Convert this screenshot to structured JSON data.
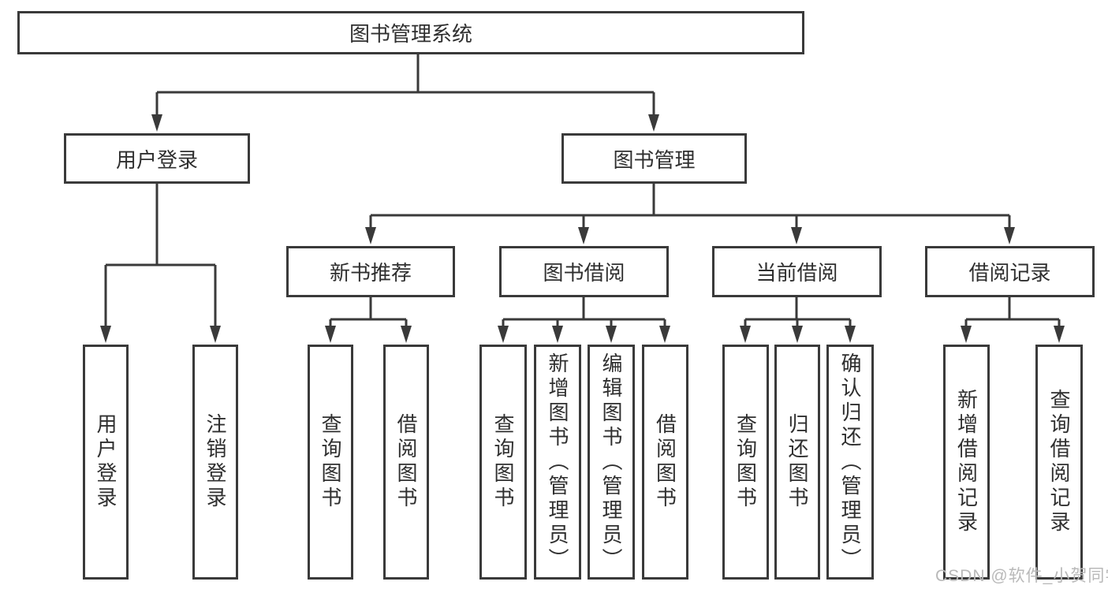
{
  "diagram": {
    "title": "图书管理系统",
    "watermark": "CSDN @软件_小贺同学",
    "colors": {
      "line": "#3a3a3a",
      "text": "#2f2f2f",
      "watermark": "#b9b9b9",
      "background": "#ffffff"
    },
    "tree": {
      "root": {
        "label": "图书管理系统"
      },
      "branches": [
        {
          "label": "用户登录",
          "children": [
            {
              "label": "用户登录"
            },
            {
              "label": "注销登录"
            }
          ]
        },
        {
          "label": "图书管理",
          "modules": [
            {
              "label": "新书推荐",
              "children": [
                {
                  "label": "查询图书"
                },
                {
                  "label": "借阅图书"
                }
              ]
            },
            {
              "label": "图书借阅",
              "children": [
                {
                  "label": "查询图书"
                },
                {
                  "label": "新增图书（管理员）"
                },
                {
                  "label": "编辑图书（管理员）"
                },
                {
                  "label": "借阅图书"
                }
              ]
            },
            {
              "label": "当前借阅",
              "children": [
                {
                  "label": "查询图书"
                },
                {
                  "label": "归还图书"
                },
                {
                  "label": "确认归还（管理员）"
                }
              ]
            },
            {
              "label": "借阅记录",
              "children": [
                {
                  "label": "新增借阅记录"
                },
                {
                  "label": "查询借阅记录"
                }
              ]
            }
          ]
        }
      ]
    }
  }
}
